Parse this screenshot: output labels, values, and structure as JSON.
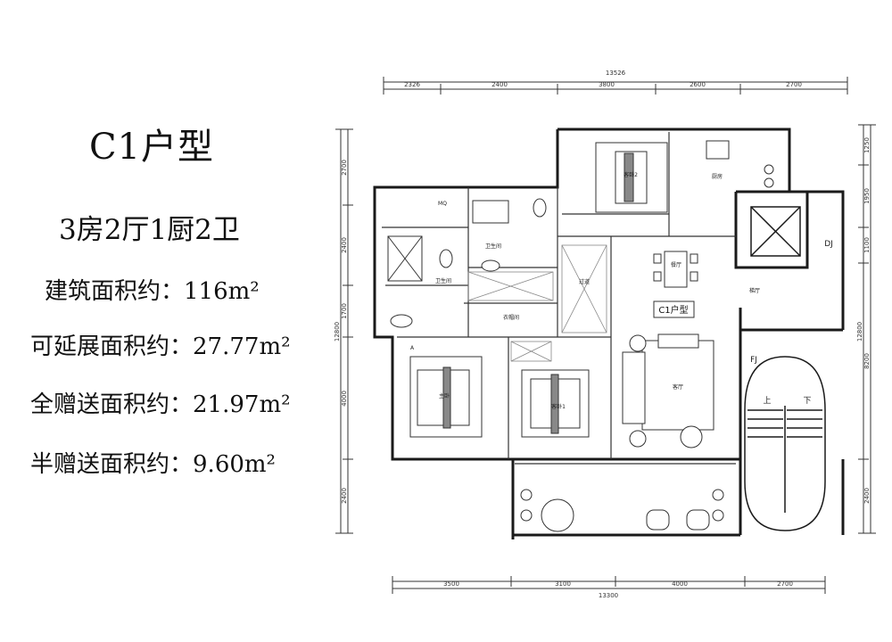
{
  "info": {
    "title": "C1户型",
    "layout": "3房2厅1厨2卫",
    "areas": [
      {
        "label": "建筑面积约：",
        "value": "116m²"
      },
      {
        "label": "可延展面积约：",
        "value": "27.77m²"
      },
      {
        "label": "全赠送面积约：",
        "value": "21.97m²"
      },
      {
        "label": "半赠送面积约：",
        "value": "9.60m²"
      }
    ]
  },
  "dimensions": {
    "top_total": "13526",
    "top_segments": [
      "2326",
      "2400",
      "3800",
      "2600",
      "2700"
    ],
    "bottom_total": "13300",
    "bottom_segments": [
      "3500",
      "3100",
      "4000",
      "2700"
    ],
    "left_total": "12800",
    "left_segments": [
      "2700",
      "2400",
      "1700",
      "4000",
      "2400"
    ],
    "right_total": "12800",
    "right_segments": [
      "1250",
      "1950",
      "1100",
      "8200",
      "2400"
    ]
  },
  "rooms": {
    "bedroom2": "客卧2",
    "kitchen": "厨房",
    "bath2": "卫生间",
    "bath1": "卫生间",
    "cloakroom": "衣帽间",
    "corridor": "过道",
    "dining": "餐厅",
    "unit_label": "C1户型",
    "lobby": "梯厅",
    "living": "客厅",
    "master": "主卧",
    "bedroom1": "客卧1",
    "fj": "FJ",
    "dj": "DJ",
    "mq": "MQ",
    "stair_up": "上",
    "stair_down": "下",
    "mark_a": "A"
  },
  "colors": {
    "line": "#333333",
    "wall": "#1a1a1a",
    "fill": "#888888"
  }
}
